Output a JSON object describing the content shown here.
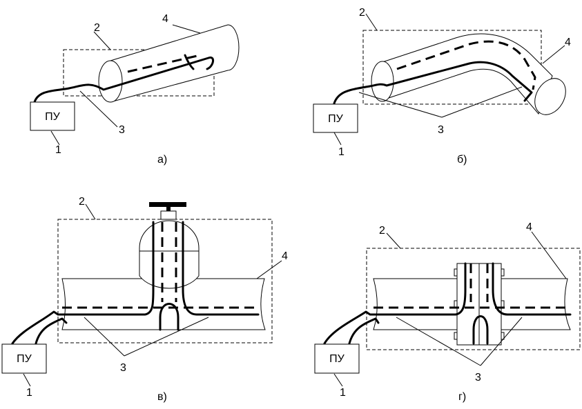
{
  "panels": [
    {
      "caption": "а)",
      "unit_label": "ПУ",
      "numbers": [
        "1",
        "2",
        "3",
        "4"
      ]
    },
    {
      "caption": "б)",
      "unit_label": "ПУ",
      "numbers": [
        "1",
        "2",
        "3",
        "4"
      ]
    },
    {
      "caption": "в)",
      "unit_label": "ПУ",
      "numbers": [
        "1",
        "2",
        "3",
        "4"
      ]
    },
    {
      "caption": "г)",
      "unit_label": "ПУ",
      "numbers": [
        "1",
        "2",
        "3",
        "4"
      ]
    }
  ]
}
